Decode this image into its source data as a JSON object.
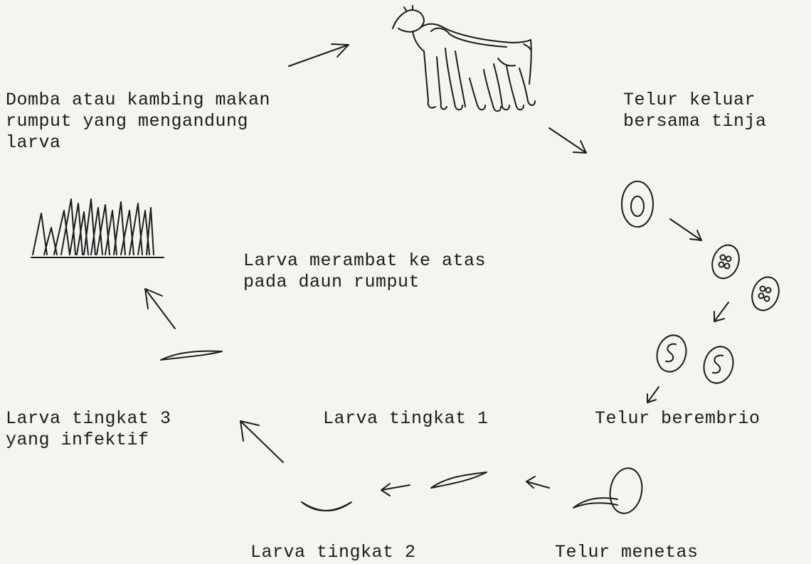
{
  "diagram": {
    "labels": {
      "host_eats": [
        "Domba atau kambing makan",
        "rumput yang mengandung",
        "larva"
      ],
      "eggs_out": [
        "Telur keluar",
        "bersama tinja"
      ],
      "larva_climbs": [
        "Larva merambat ke atas",
        "pada daun rumput"
      ],
      "l3": [
        "Larva tingkat 3",
        "yang infektif"
      ],
      "l1": [
        "Larva tingkat 1"
      ],
      "embryonated": [
        "Telur berembrio"
      ],
      "l2": [
        "Larva tingkat 2"
      ],
      "hatch": [
        "Telur menetas"
      ]
    }
  }
}
